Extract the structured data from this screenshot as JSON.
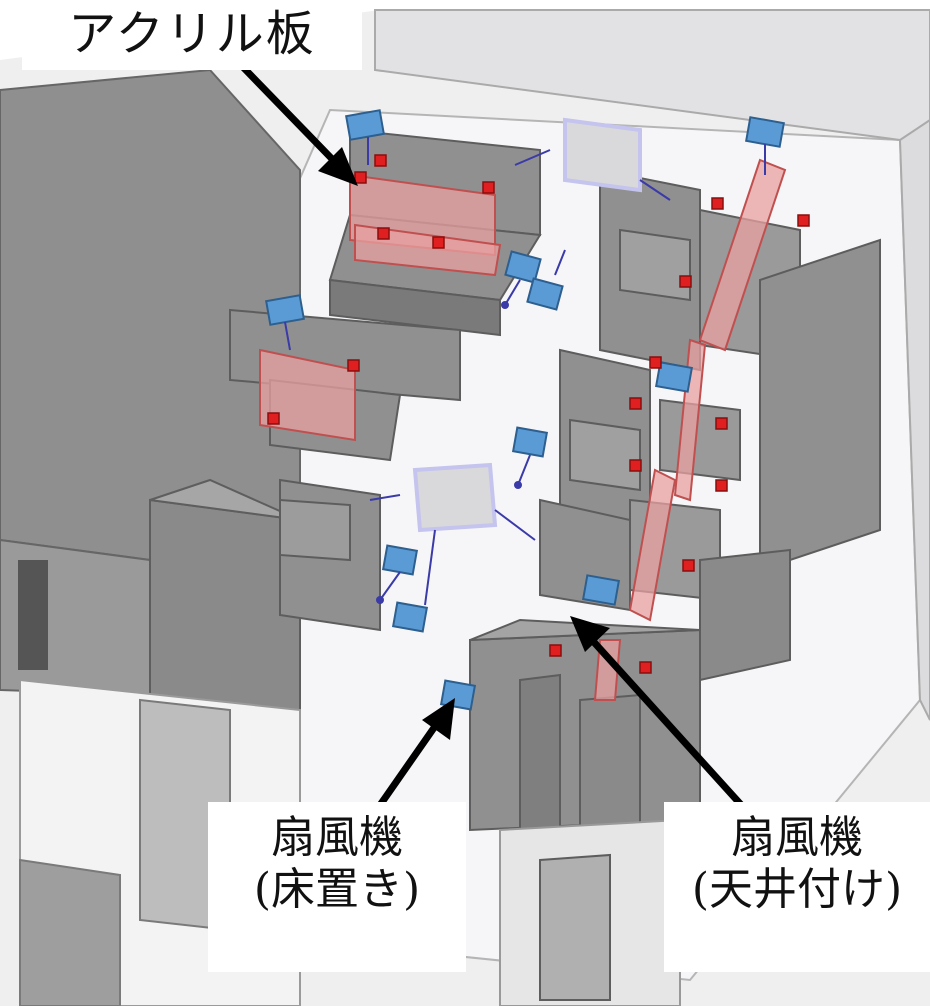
{
  "labels": {
    "acrylic_panel": "アクリル板",
    "fan_floor": {
      "line1": "扇風機",
      "line2": "(床置き)"
    },
    "fan_ceiling": {
      "line1": "扇風機",
      "line2": "(天井付け)"
    }
  },
  "colors": {
    "background": "#ffffff",
    "room_floor": "#f4f4f4",
    "room_wall": "#c9c9c9",
    "furniture": "#8c8c8c",
    "furniture_dark": "#6e6e6e",
    "acrylic": "#e8a0a0",
    "fan": "#5b9bd5",
    "sensor": "#e02020",
    "arrow": "#000000",
    "airflow": "#3a3aa8"
  }
}
